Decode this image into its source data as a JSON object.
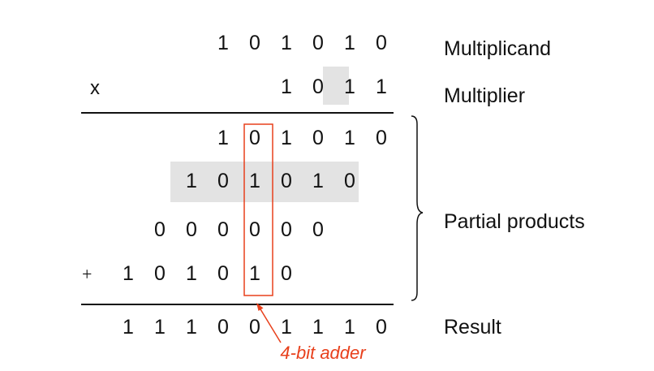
{
  "multiplicand": {
    "digits": [
      "1",
      "0",
      "1",
      "0",
      "1",
      "0"
    ],
    "label": "Multiplicand"
  },
  "multiplier": {
    "symbol": "x",
    "digits": [
      "1",
      "0",
      "1",
      "1"
    ],
    "label": "Multiplier"
  },
  "partial_products": {
    "label": "Partial products",
    "plus_symbol": "+",
    "rows": [
      [
        "1",
        "0",
        "1",
        "0",
        "1",
        "0"
      ],
      [
        "1",
        "0",
        "1",
        "0",
        "1",
        "0"
      ],
      [
        "0",
        "0",
        "0",
        "0",
        "0",
        "0"
      ],
      [
        "1",
        "0",
        "1",
        "0",
        "1",
        "0"
      ]
    ]
  },
  "result": {
    "digits": [
      "1",
      "1",
      "1",
      "0",
      "0",
      "1",
      "1",
      "1",
      "0"
    ],
    "label": "Result"
  },
  "callout": {
    "text": "4-bit adder"
  },
  "colors": {
    "highlight": "#e3e3e3",
    "callout": "#e8401c",
    "rule": "#111111"
  }
}
